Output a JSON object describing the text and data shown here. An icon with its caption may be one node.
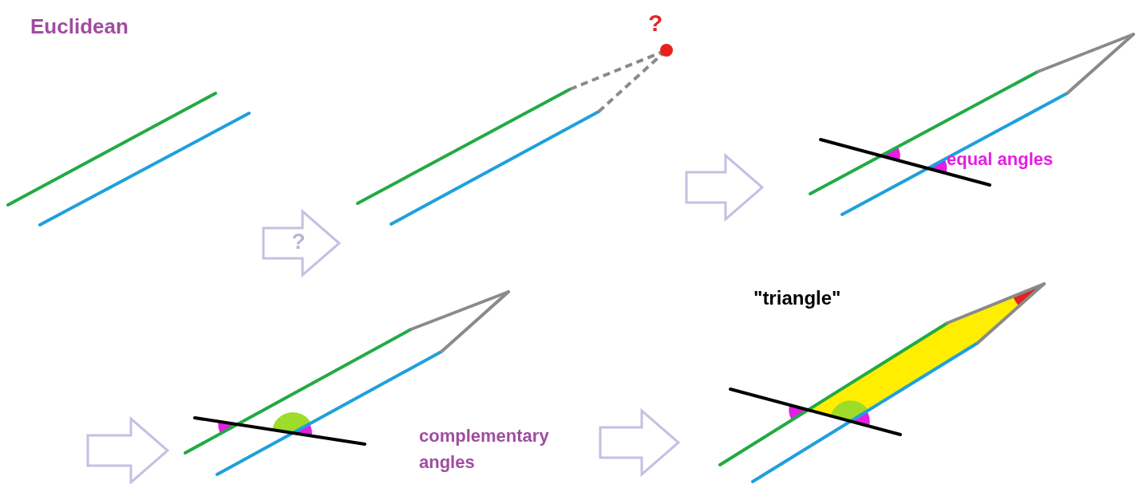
{
  "diagram": {
    "title": "Euclidean",
    "nodes": [
      {
        "text": [],
        "shape": "picture"
      },
      {
        "text": [
          "?"
        ]
      },
      {
        "text": [
          "equal angles"
        ]
      },
      {
        "text": [
          "complementary angles"
        ]
      },
      {
        "text": [
          "\"triangle\""
        ]
      }
    ],
    "edges": [
      {
        "from": 0,
        "to": 1,
        "arrow": "to",
        "label": "?"
      },
      {
        "from": 1,
        "to": 2,
        "arrow": "to"
      },
      {
        "from": null,
        "to": 3,
        "arrow": "to"
      },
      {
        "from": 3,
        "to": 4,
        "arrow": "to"
      }
    ]
  }
}
